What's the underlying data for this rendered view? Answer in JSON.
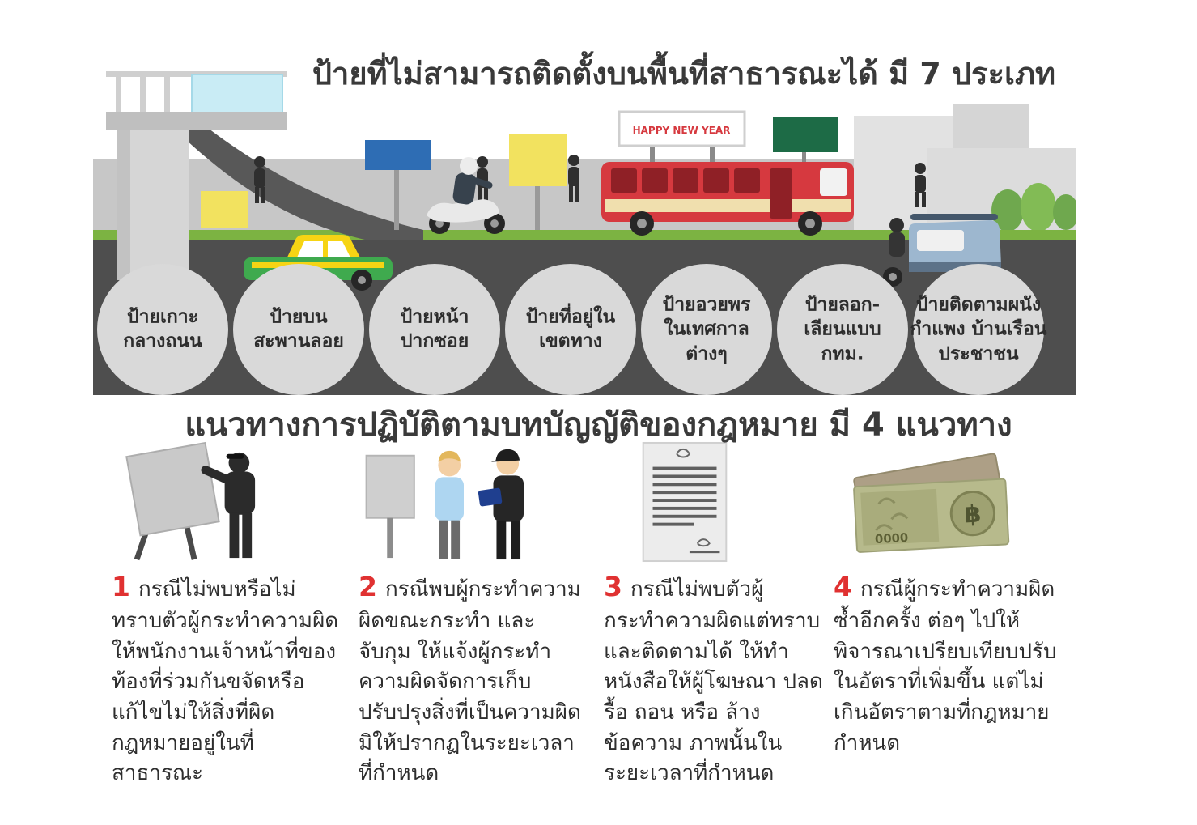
{
  "top": {
    "title": "ป้ายที่ไม่สามารถติดตั้งบนพื้นที่สาธารณะได้ มี 7 ประเภท"
  },
  "scene": {
    "billboard_text": "HAPPY NEW YEAR"
  },
  "sign_types": [
    {
      "label": "ป้ายเกาะ\nกลางถนน"
    },
    {
      "label": "ป้ายบน\nสะพานลอย"
    },
    {
      "label": "ป้ายหน้า\nปากซอย"
    },
    {
      "label": "ป้ายที่อยู่ใน\nเขตทาง"
    },
    {
      "label": "ป้ายอวยพร\nในเทศกาล\nต่างๆ"
    },
    {
      "label": "ป้ายลอก-\nเลียนแบบ\nกทม."
    },
    {
      "label": "ป้ายติดตามผนัง\nกำแพง บ้านเรือน\nประชาชน"
    }
  ],
  "guidelines": {
    "title": "แนวทางการปฏิบัติตามบทบัญญัติของกฎหมาย มี 4 แนวทาง",
    "items": [
      {
        "number": "1",
        "icon": "worker-removing-sign-icon",
        "text": "กรณีไม่พบหรือไม่ทราบตัวผู้กระทำความผิด ให้พนักงานเจ้าหน้าที่ของท้องที่ร่วมกันขจัดหรือแก้ไขไม่ให้สิ่งที่ผิดกฎหมายอยู่ในที่สาธารณะ"
      },
      {
        "number": "2",
        "icon": "officer-arresting-offender-icon",
        "text": "กรณีพบผู้กระทำความผิดขณะกระทำ และจับกุม ให้แจ้งผู้กระทำความผิดจัดการเก็บ ปรับปรุงสิ่งที่เป็นความผิดมิให้ปรากฏในระยะเวลาที่กำหนด"
      },
      {
        "number": "3",
        "icon": "notice-letter-icon",
        "text": "กรณีไม่พบตัวผู้กระทำความผิดแต่ทราบและติดตามได้ ให้ทำหนังสือให้ผู้โฆษณา ปลด รื้อ ถอน หรือ ล้างข้อความ ภาพนั้นในระยะเวลาที่กำหนด"
      },
      {
        "number": "4",
        "icon": "fine-banknotes-icon",
        "text": "กรณีผู้กระทำความผิดซ้ำอีกครั้ง ต่อๆ ไปให้พิจารณาเปรียบเทียบปรับในอัตราที่เพิ่มขึ้น แต่ไม่เกินอัตราตามที่กฎหมายกำหนด"
      }
    ]
  },
  "icons": {
    "baht_symbol": "฿",
    "note_digits": "0000"
  },
  "colors": {
    "road": "#4e4e4e",
    "grass": "#7cb342",
    "circle_gray": "#d9d9d9",
    "bus_red": "#d6393f",
    "taxi_green": "#3faa4e",
    "taxi_yellow": "#f6d414",
    "number_red": "#e03131",
    "title_text": "#3a3a3a"
  }
}
